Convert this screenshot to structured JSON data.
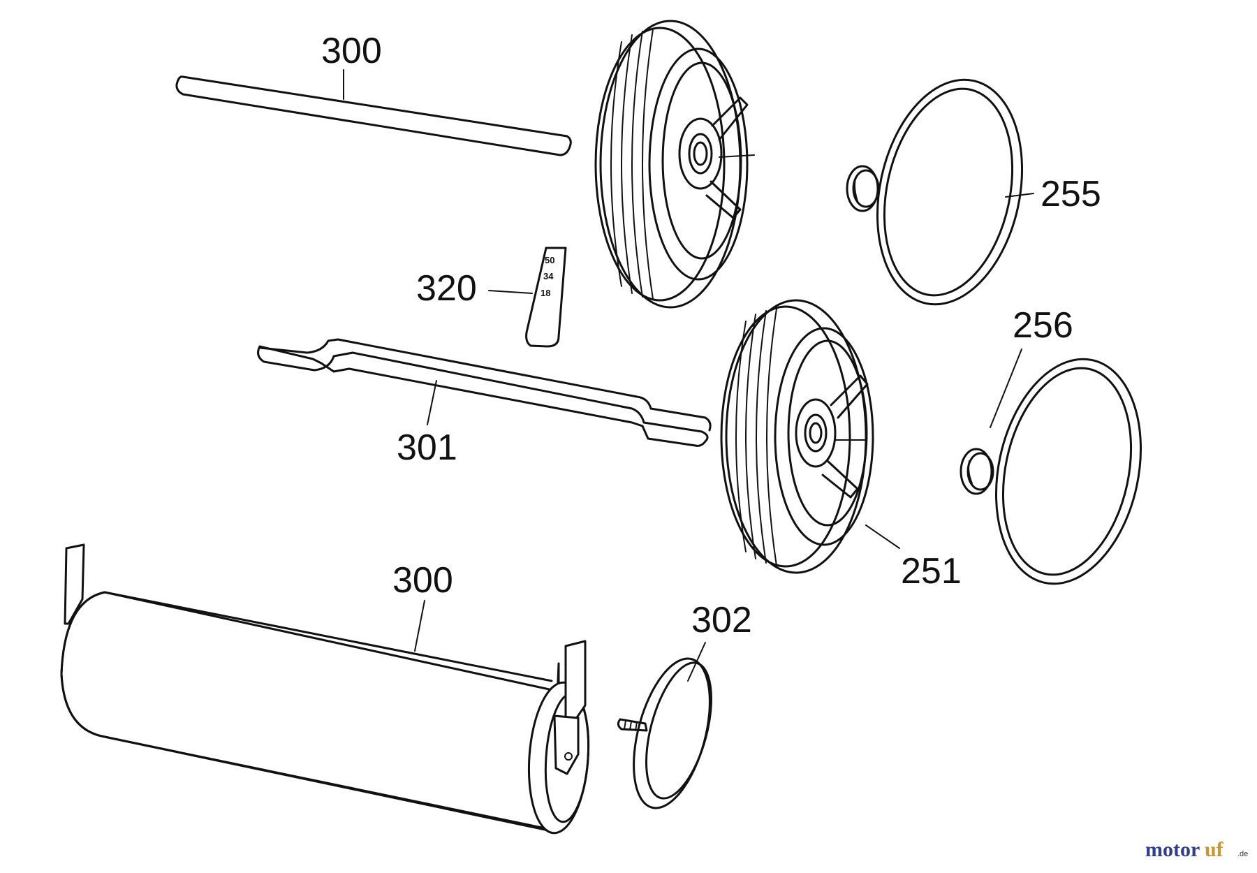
{
  "labels": {
    "axle_upper": "300",
    "tire_ring_upper": "255",
    "adjuster": "320",
    "axle_lower": "301",
    "hub_cap": "256",
    "wheel": "251",
    "roller": "300",
    "roller_end_cap": "302"
  },
  "adjuster_marks": [
    "50",
    "34",
    "18"
  ],
  "watermark": {
    "part1": "motor",
    "part2": "uf",
    "suffix": ".de"
  },
  "colors": {
    "line": "#111111",
    "watermark_blue": "#2f3c8f",
    "watermark_gold": "#c8962c"
  }
}
